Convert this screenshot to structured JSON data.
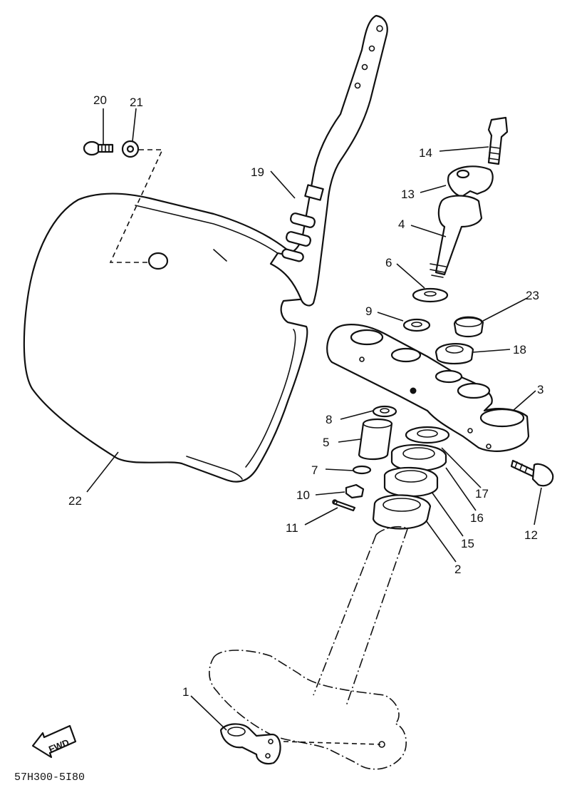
{
  "diagram": {
    "parts": [
      {
        "id": "1",
        "label": "1"
      },
      {
        "id": "2",
        "label": "2"
      },
      {
        "id": "3",
        "label": "3"
      },
      {
        "id": "4",
        "label": "4"
      },
      {
        "id": "5",
        "label": "5"
      },
      {
        "id": "6",
        "label": "6"
      },
      {
        "id": "7",
        "label": "7"
      },
      {
        "id": "8",
        "label": "8"
      },
      {
        "id": "9",
        "label": "9"
      },
      {
        "id": "10",
        "label": "10"
      },
      {
        "id": "11",
        "label": "11"
      },
      {
        "id": "12",
        "label": "12"
      },
      {
        "id": "13",
        "label": "13"
      },
      {
        "id": "14",
        "label": "14"
      },
      {
        "id": "15",
        "label": "15"
      },
      {
        "id": "16",
        "label": "16"
      },
      {
        "id": "17",
        "label": "17"
      },
      {
        "id": "18",
        "label": "18"
      },
      {
        "id": "19",
        "label": "19"
      },
      {
        "id": "20",
        "label": "20"
      },
      {
        "id": "21",
        "label": "21"
      },
      {
        "id": "22",
        "label": "22"
      },
      {
        "id": "23",
        "label": "23"
      }
    ],
    "direction_badge": "FWD",
    "drawing_code": "57H300-5I80"
  }
}
